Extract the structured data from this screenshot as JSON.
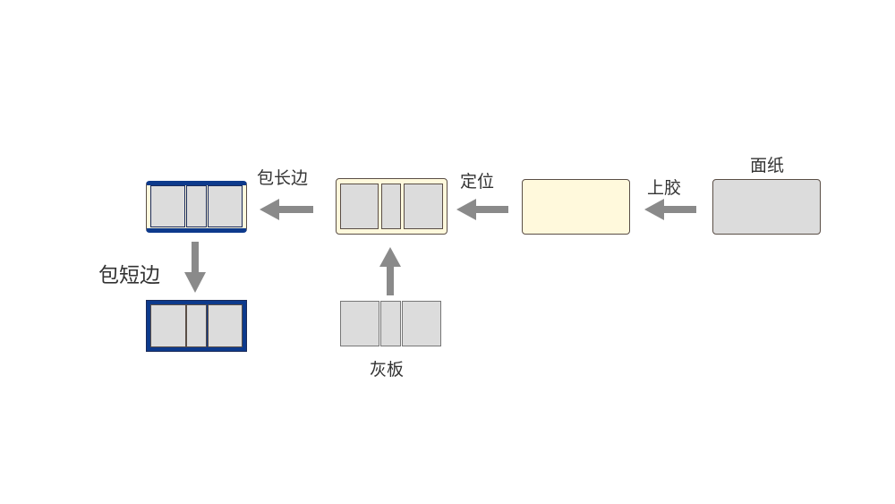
{
  "labels": {
    "wrap_long": "包长边",
    "position": "定位",
    "glue": "上胶",
    "face_paper": "面纸",
    "wrap_short": "包短边",
    "greyboard": "灰板"
  },
  "colors": {
    "grey_panel": "#dcdcdc",
    "cream": "#fff9dc",
    "blue": "#0d3a8c",
    "arrow": "#8a8a8a",
    "outline": "#5a4e46"
  }
}
